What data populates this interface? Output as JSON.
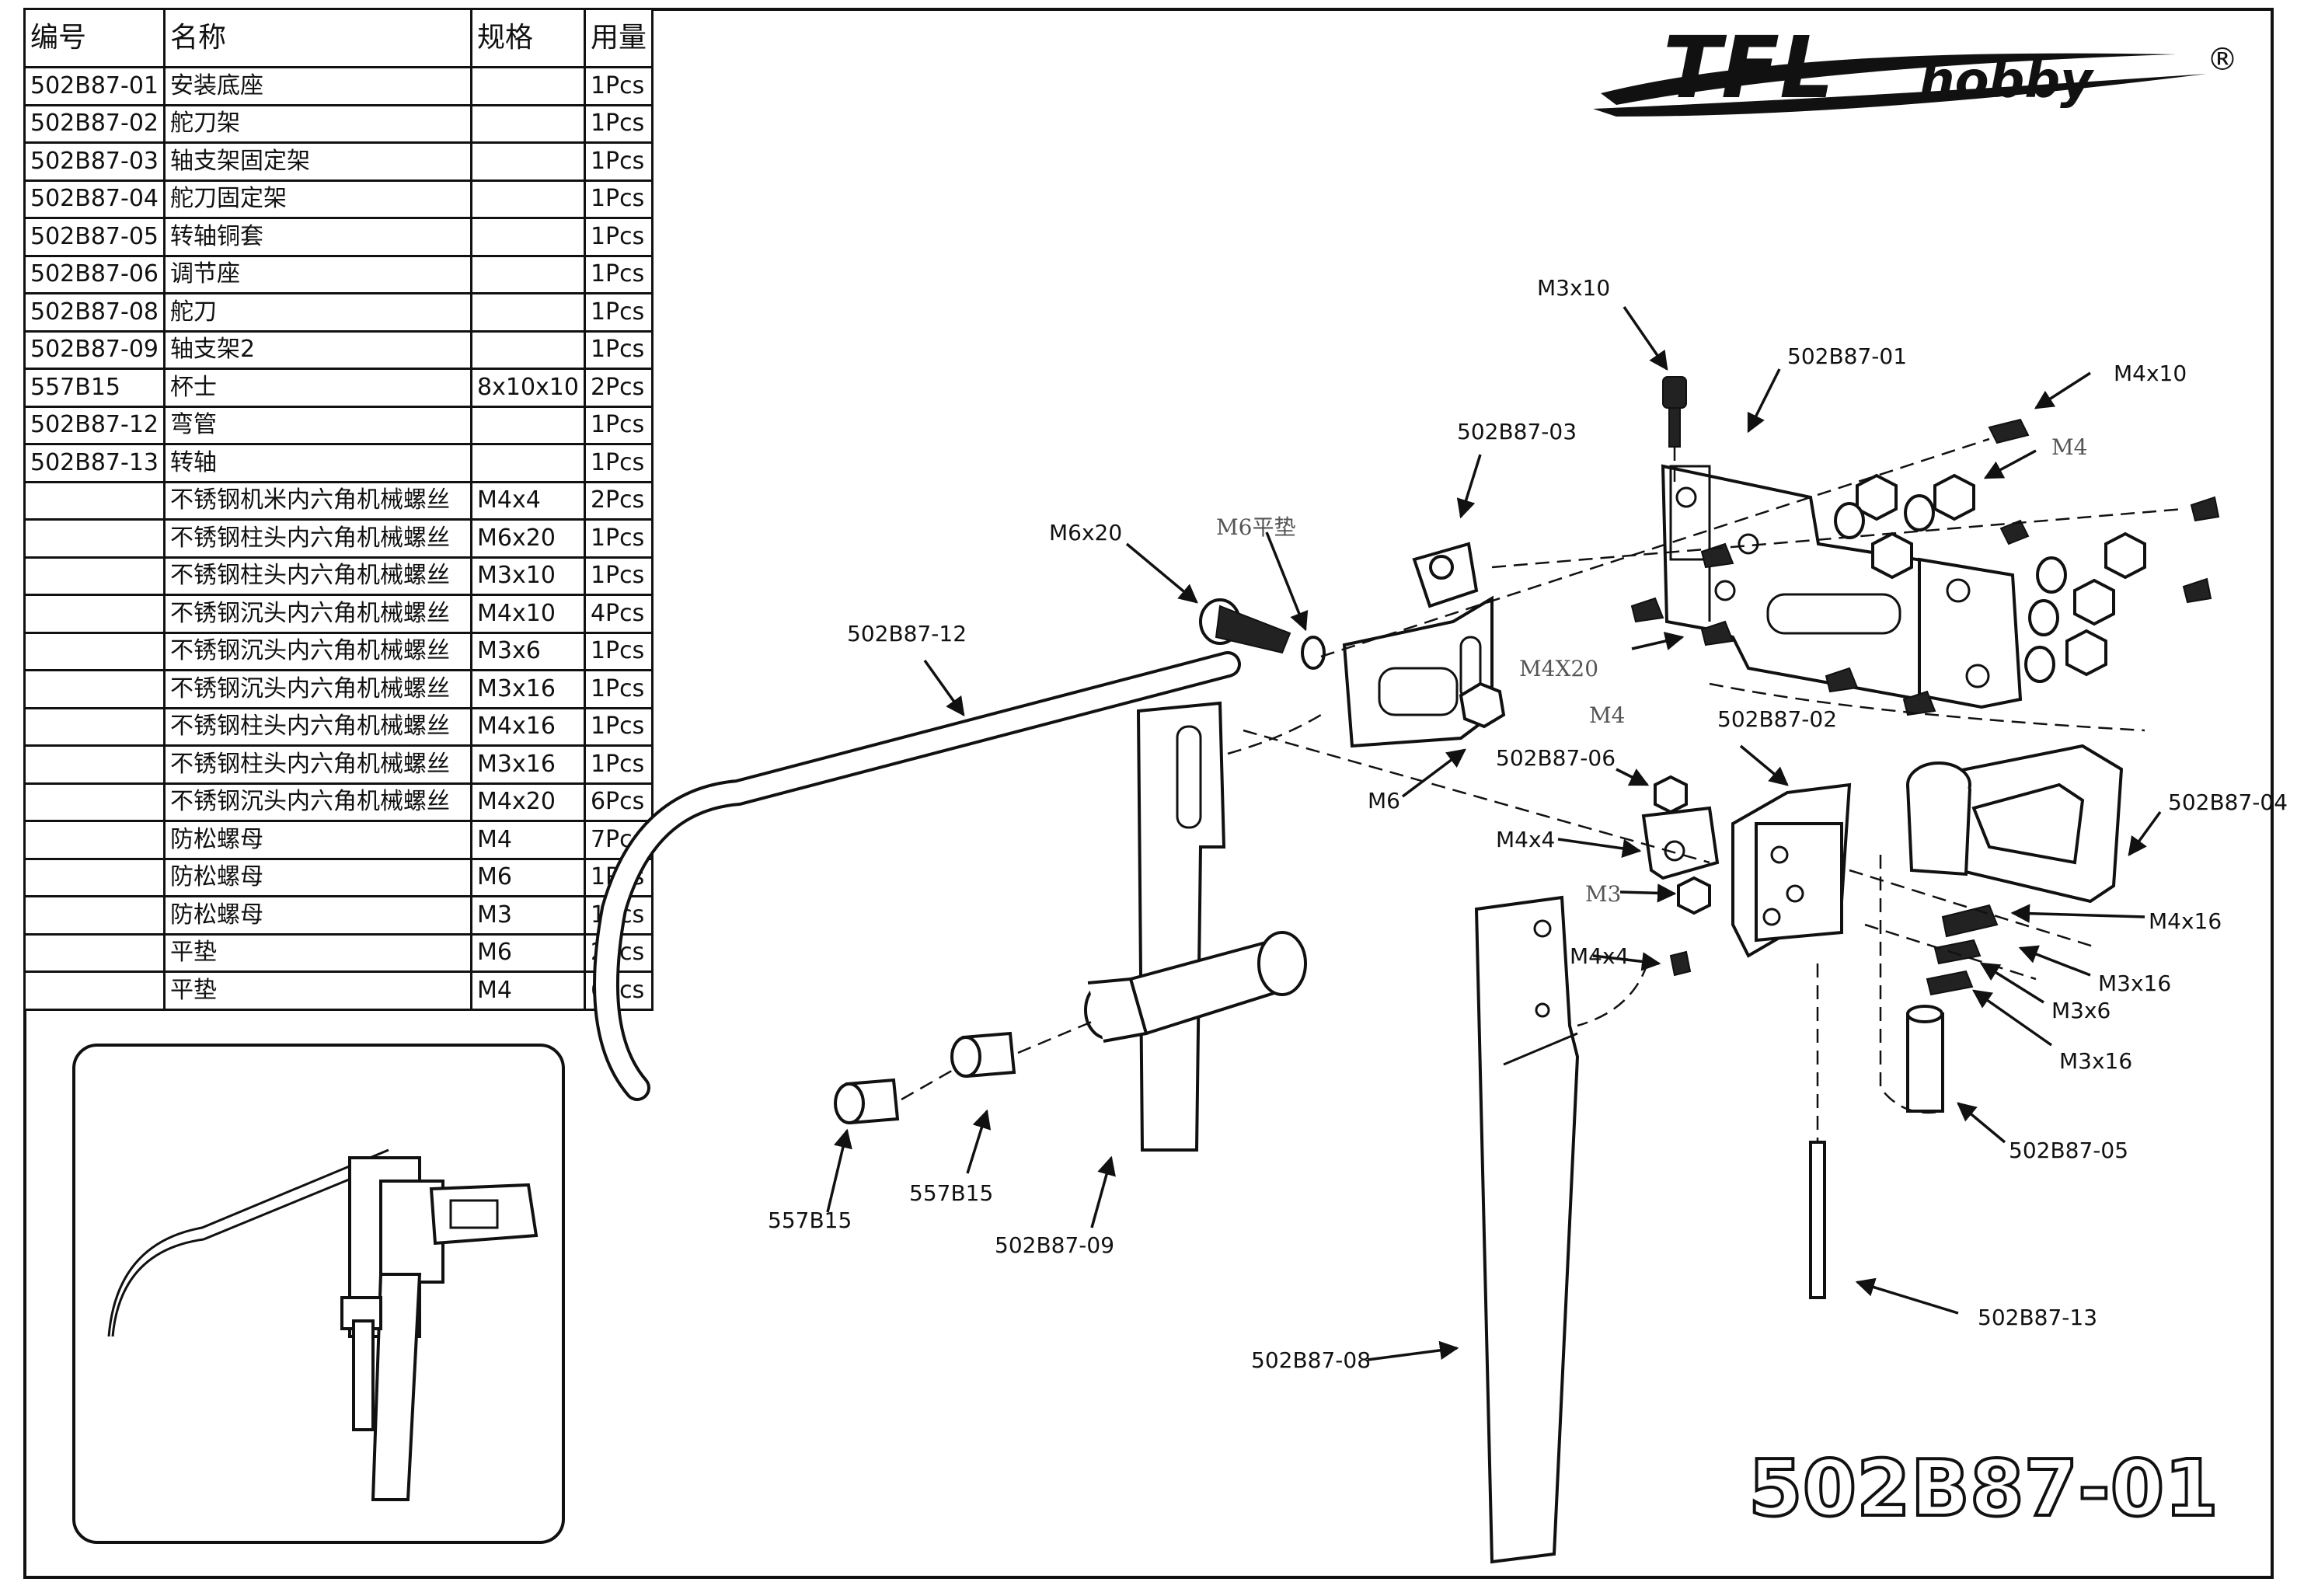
{
  "table": {
    "headers": [
      "编号",
      "名称",
      "规格",
      "用量"
    ],
    "rows": [
      [
        "502B87-01",
        "安装底座",
        "",
        "1Pcs"
      ],
      [
        "502B87-02",
        "舵刀架",
        "",
        "1Pcs"
      ],
      [
        "502B87-03",
        "轴支架固定架",
        "",
        "1Pcs"
      ],
      [
        "502B87-04",
        "舵刀固定架",
        "",
        "1Pcs"
      ],
      [
        "502B87-05",
        "转轴铜套",
        "",
        "1Pcs"
      ],
      [
        "502B87-06",
        "调节座",
        "",
        "1Pcs"
      ],
      [
        "502B87-08",
        "舵刀",
        "",
        "1Pcs"
      ],
      [
        "502B87-09",
        "轴支架2",
        "",
        "1Pcs"
      ],
      [
        "557B15",
        "杯士",
        "8x10x10",
        "2Pcs"
      ],
      [
        "502B87-12",
        "弯管",
        "",
        "1Pcs"
      ],
      [
        "502B87-13",
        "转轴",
        "",
        "1Pcs"
      ],
      [
        "",
        "不锈钢机米内六角机械螺丝",
        "M4x4",
        "2Pcs"
      ],
      [
        "",
        "不锈钢柱头内六角机械螺丝",
        "M6x20",
        "1Pcs"
      ],
      [
        "",
        "不锈钢柱头内六角机械螺丝",
        "M3x10",
        "1Pcs"
      ],
      [
        "",
        "不锈钢沉头内六角机械螺丝",
        "M4x10",
        "4Pcs"
      ],
      [
        "",
        "不锈钢沉头内六角机械螺丝",
        "M3x6",
        "1Pcs"
      ],
      [
        "",
        "不锈钢沉头内六角机械螺丝",
        "M3x16",
        "1Pcs"
      ],
      [
        "",
        "不锈钢柱头内六角机械螺丝",
        "M4x16",
        "1Pcs"
      ],
      [
        "",
        "不锈钢柱头内六角机械螺丝",
        "M3x16",
        "1Pcs"
      ],
      [
        "",
        "不锈钢沉头内六角机械螺丝",
        "M4x20",
        "6Pcs"
      ],
      [
        "",
        "防松螺母",
        "M4",
        "7Pcs"
      ],
      [
        "",
        "防松螺母",
        "M6",
        "1Pcs"
      ],
      [
        "",
        "防松螺母",
        "M3",
        "1Pcs"
      ],
      [
        "",
        "平垫",
        "M6",
        "2Pcs"
      ],
      [
        "",
        "平垫",
        "M4",
        "6Pcs"
      ]
    ]
  },
  "logo": {
    "brand": "TFL",
    "suffix": "hobby",
    "registered": "®"
  },
  "callouts": {
    "m3x10_top": "M3x10",
    "b01": "502B87-01",
    "m4x10": "M4x10",
    "m4_nut": "M4",
    "b03": "502B87-03",
    "m6x20": "M6x20",
    "m6_washer": "M6平垫",
    "b12": "502B87-12",
    "m4x20": "M4X20",
    "m6": "M6",
    "m4_small": "M4",
    "b06": "502B87-06",
    "b02": "502B87-02",
    "b04": "502B87-04",
    "m4x4_a": "M4x4",
    "m3": "M3",
    "m4x4_b": "M4x4",
    "m4x16": "M4x16",
    "m3x16_a": "M3x16",
    "m3x6": "M3x6",
    "m3x16_b": "M3x16",
    "b05": "502B87-05",
    "b15_a": "557B15",
    "b15_b": "557B15",
    "b09": "502B87-09",
    "b13": "502B87-13",
    "b08": "502B87-08"
  },
  "model_number": "502B87-01"
}
